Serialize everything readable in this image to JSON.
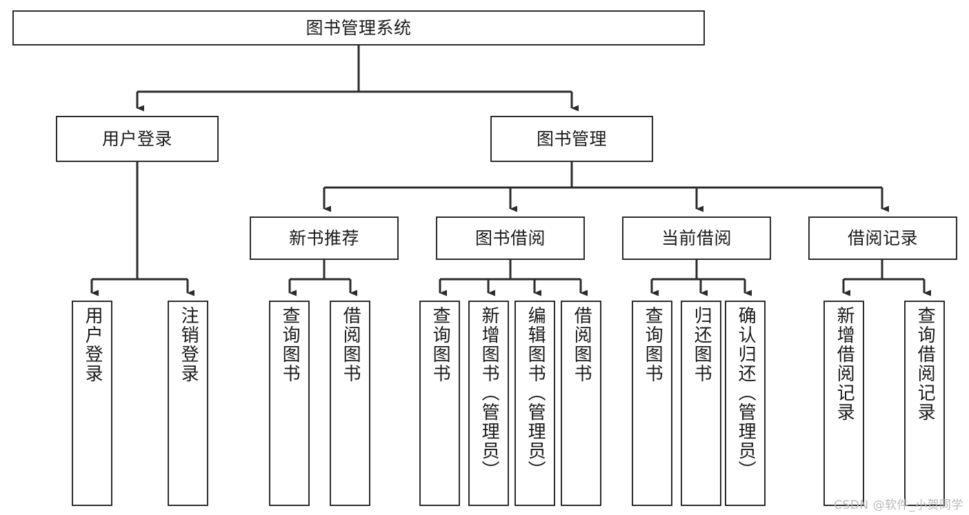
{
  "diagram": {
    "title": "图书管理系统",
    "stroke_color": "#2b2b2b",
    "fill_color": "#ffffff",
    "text_color": "#1a1a1a"
  },
  "root": {
    "label": "图书管理系统"
  },
  "level2": [
    {
      "label": "用户登录"
    },
    {
      "label": "图书管理"
    }
  ],
  "level3": [
    {
      "label": "新书推荐"
    },
    {
      "label": "图书借阅"
    },
    {
      "label": "当前借阅"
    },
    {
      "label": "借阅记录"
    }
  ],
  "leaves": {
    "user_login": [
      {
        "label": "用户登录"
      },
      {
        "label": "注销登录"
      }
    ],
    "new_book_recommend": [
      {
        "label": "查询图书"
      },
      {
        "label": "借阅图书"
      }
    ],
    "book_borrow": [
      {
        "label": "查询图书"
      },
      {
        "label": "新增图书（管理员）"
      },
      {
        "label": "编辑图书（管理员）"
      },
      {
        "label": "借阅图书"
      }
    ],
    "current_borrow": [
      {
        "label": "查询图书"
      },
      {
        "label": "归还图书"
      },
      {
        "label": "确认归还（管理员）"
      }
    ],
    "borrow_record": [
      {
        "label": "新增借阅记录"
      },
      {
        "label": "查询借阅记录"
      }
    ]
  },
  "watermark": {
    "text": "CSDN @软件_小贺同学",
    "color": "#b9b9b9"
  }
}
